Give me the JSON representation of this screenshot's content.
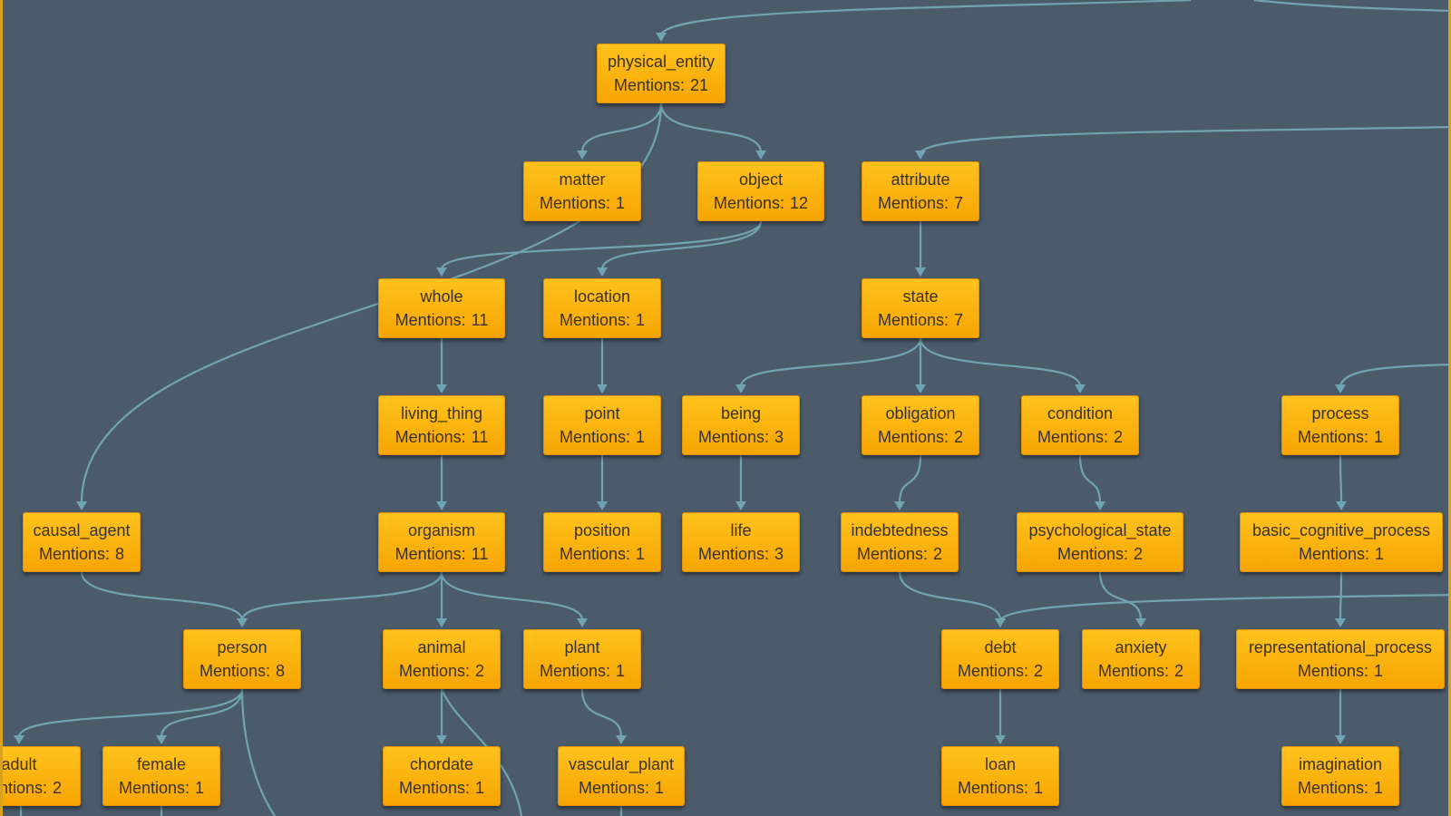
{
  "nodes": [
    {
      "id": "physical_entity",
      "label": "physical_entity",
      "mentions_key": "Mentions:",
      "mentions": "21"
    },
    {
      "id": "matter",
      "label": "matter",
      "mentions_key": "Mentions:",
      "mentions": "1"
    },
    {
      "id": "object",
      "label": "object",
      "mentions_key": "Mentions:",
      "mentions": "12"
    },
    {
      "id": "attribute",
      "label": "attribute",
      "mentions_key": "Mentions:",
      "mentions": "7"
    },
    {
      "id": "whole",
      "label": "whole",
      "mentions_key": "Mentions:",
      "mentions": "11"
    },
    {
      "id": "location",
      "label": "location",
      "mentions_key": "Mentions:",
      "mentions": "1"
    },
    {
      "id": "state",
      "label": "state",
      "mentions_key": "Mentions:",
      "mentions": "7"
    },
    {
      "id": "living_thing",
      "label": "living_thing",
      "mentions_key": "Mentions:",
      "mentions": "11"
    },
    {
      "id": "point",
      "label": "point",
      "mentions_key": "Mentions:",
      "mentions": "1"
    },
    {
      "id": "being",
      "label": "being",
      "mentions_key": "Mentions:",
      "mentions": "3"
    },
    {
      "id": "obligation",
      "label": "obligation",
      "mentions_key": "Mentions:",
      "mentions": "2"
    },
    {
      "id": "condition",
      "label": "condition",
      "mentions_key": "Mentions:",
      "mentions": "2"
    },
    {
      "id": "process",
      "label": "process",
      "mentions_key": "Mentions:",
      "mentions": "1"
    },
    {
      "id": "causal_agent",
      "label": "causal_agent",
      "mentions_key": "Mentions:",
      "mentions": "8"
    },
    {
      "id": "organism",
      "label": "organism",
      "mentions_key": "Mentions:",
      "mentions": "11"
    },
    {
      "id": "position",
      "label": "position",
      "mentions_key": "Mentions:",
      "mentions": "1"
    },
    {
      "id": "life",
      "label": "life",
      "mentions_key": "Mentions:",
      "mentions": "3"
    },
    {
      "id": "indebtedness",
      "label": "indebtedness",
      "mentions_key": "Mentions:",
      "mentions": "2"
    },
    {
      "id": "psychological_state",
      "label": "psychological_state",
      "mentions_key": "Mentions:",
      "mentions": "2"
    },
    {
      "id": "basic_cognitive_process",
      "label": "basic_cognitive_process",
      "mentions_key": "Mentions:",
      "mentions": "1"
    },
    {
      "id": "person",
      "label": "person",
      "mentions_key": "Mentions:",
      "mentions": "8"
    },
    {
      "id": "animal",
      "label": "animal",
      "mentions_key": "Mentions:",
      "mentions": "2"
    },
    {
      "id": "plant",
      "label": "plant",
      "mentions_key": "Mentions:",
      "mentions": "1"
    },
    {
      "id": "debt",
      "label": "debt",
      "mentions_key": "Mentions:",
      "mentions": "2"
    },
    {
      "id": "anxiety",
      "label": "anxiety",
      "mentions_key": "Mentions:",
      "mentions": "2"
    },
    {
      "id": "representational_process",
      "label": "representational_process",
      "mentions_key": "Mentions:",
      "mentions": "1"
    },
    {
      "id": "adult",
      "label": "adult",
      "mentions_key": "Mentions:",
      "mentions": "2"
    },
    {
      "id": "female",
      "label": "female",
      "mentions_key": "Mentions:",
      "mentions": "1"
    },
    {
      "id": "chordate",
      "label": "chordate",
      "mentions_key": "Mentions:",
      "mentions": "1"
    },
    {
      "id": "vascular_plant",
      "label": "vascular_plant",
      "mentions_key": "Mentions:",
      "mentions": "1"
    },
    {
      "id": "loan",
      "label": "loan",
      "mentions_key": "Mentions:",
      "mentions": "1"
    },
    {
      "id": "imagination",
      "label": "imagination",
      "mentions_key": "Mentions:",
      "mentions": "1"
    }
  ],
  "edges": [
    [
      "physical_entity",
      "matter"
    ],
    [
      "physical_entity",
      "object"
    ],
    [
      "physical_entity",
      "causal_agent"
    ],
    [
      "object",
      "whole"
    ],
    [
      "object",
      "location"
    ],
    [
      "attribute",
      "state"
    ],
    [
      "whole",
      "living_thing"
    ],
    [
      "location",
      "point"
    ],
    [
      "state",
      "being"
    ],
    [
      "state",
      "obligation"
    ],
    [
      "state",
      "condition"
    ],
    [
      "living_thing",
      "organism"
    ],
    [
      "point",
      "position"
    ],
    [
      "being",
      "life"
    ],
    [
      "obligation",
      "indebtedness"
    ],
    [
      "condition",
      "psychological_state"
    ],
    [
      "process",
      "basic_cognitive_process"
    ],
    [
      "causal_agent",
      "person"
    ],
    [
      "organism",
      "person"
    ],
    [
      "organism",
      "animal"
    ],
    [
      "organism",
      "plant"
    ],
    [
      "indebtedness",
      "debt"
    ],
    [
      "psychological_state",
      "anxiety"
    ],
    [
      "basic_cognitive_process",
      "representational_process"
    ],
    [
      "person",
      "adult"
    ],
    [
      "person",
      "female"
    ],
    [
      "animal",
      "chordate"
    ],
    [
      "plant",
      "vascular_plant"
    ],
    [
      "debt",
      "loan"
    ],
    [
      "representational_process",
      "imagination"
    ]
  ]
}
